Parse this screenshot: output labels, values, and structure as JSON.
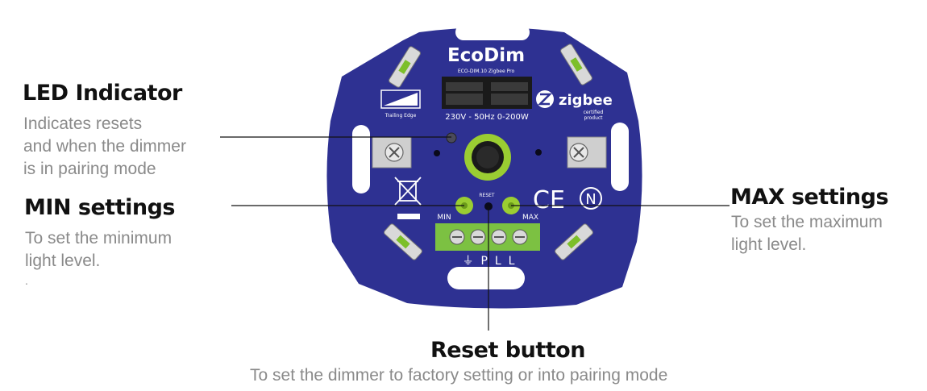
{
  "led": {
    "heading": "LED Indicator",
    "desc": [
      "Indicates resets",
      "and when the dimmer",
      "is in pairing mode"
    ]
  },
  "min": {
    "heading": "MIN settings",
    "desc": [
      "To set the minimum",
      "light level.",
      "."
    ]
  },
  "max": {
    "heading": "MAX settings",
    "desc": [
      "To set the maximum",
      "light level."
    ]
  },
  "reset": {
    "heading": "Reset button",
    "desc": "To set the dimmer to factory setting or into pairing mode"
  },
  "device": {
    "brand": "EcoDim",
    "model": "ECO-DIM.10 Zigbee Pro",
    "rating": "230V - 50Hz  0-200W",
    "zigbee": "zigbee",
    "zigbee_sub": [
      "certified",
      "product"
    ],
    "edge_label": "Trailing Edge",
    "reset_label": "RESET",
    "min_label": "MIN",
    "max_label": "MAX",
    "ce": "CE",
    "n_mark": "N",
    "terminals": "⏚  P  L  L"
  },
  "colors": {
    "plate": "#2e3192",
    "accent": "#9acd32",
    "text_dark": "#111111",
    "text_gray": "#8a8a8a"
  }
}
